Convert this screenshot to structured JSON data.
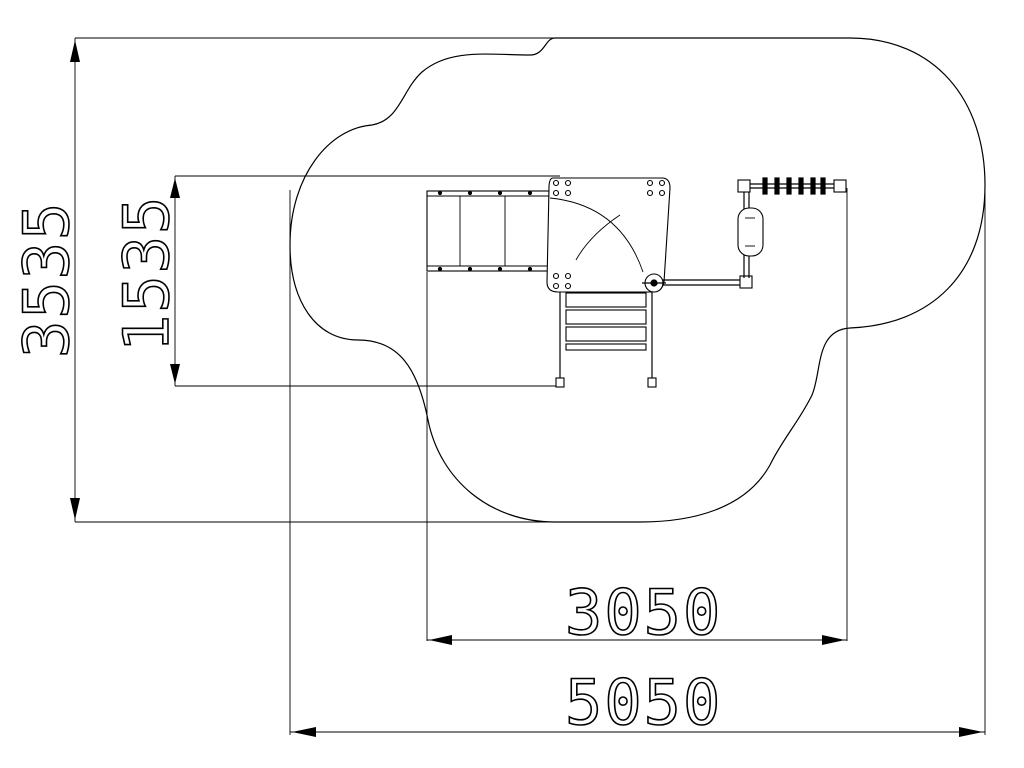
{
  "dimensions": {
    "total_height": "3535",
    "structure_height": "1535",
    "structure_width": "3050",
    "total_width": "5050"
  }
}
